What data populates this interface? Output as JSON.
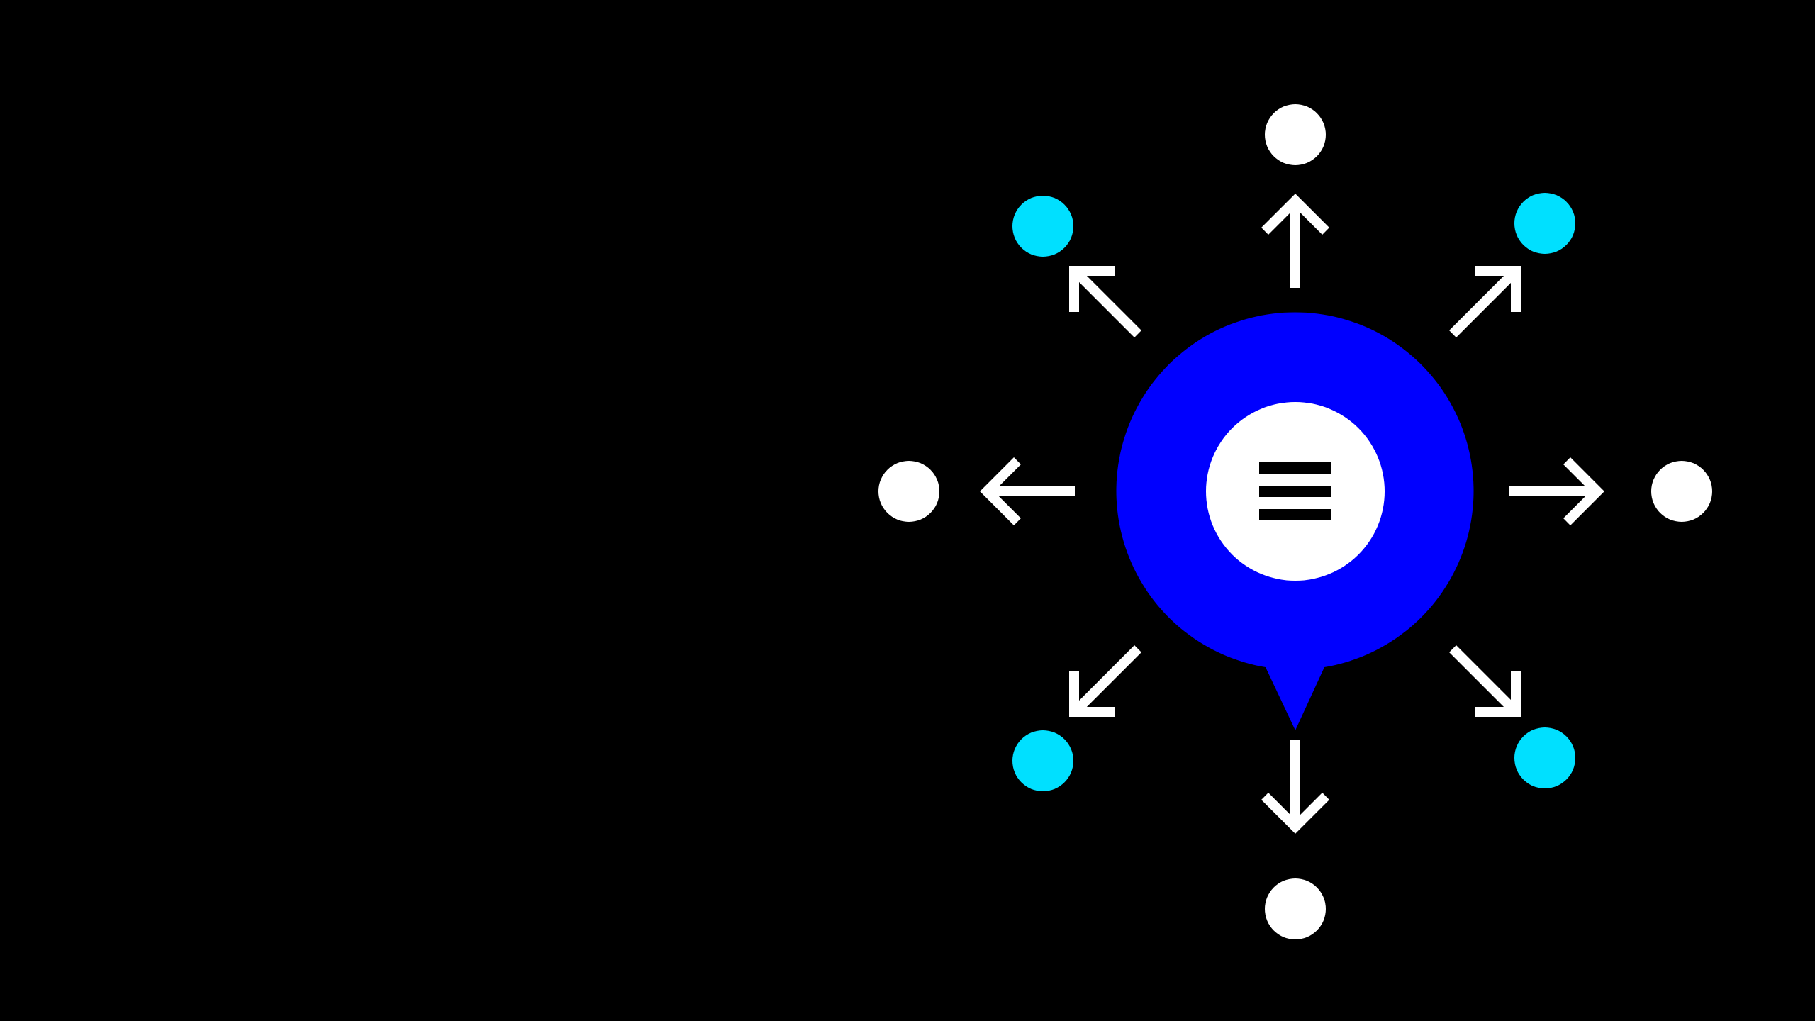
{
  "colors": {
    "background": "#000000",
    "bubble": "#0000FF",
    "inner_circle": "#FFFFFF",
    "arrow": "#FFFFFF",
    "node_white": "#FFFFFF",
    "node_cyan": "#00E0FF",
    "menu_glyph": "#000000"
  },
  "center": {
    "icon": "speech-bubble-icon",
    "inner_icon": "hamburger-menu-icon"
  },
  "directions": [
    {
      "id": "up",
      "arrow_icon": "arrow-up-icon",
      "node_color": "white"
    },
    {
      "id": "up-right",
      "arrow_icon": "arrow-up-right-icon",
      "node_color": "cyan"
    },
    {
      "id": "right",
      "arrow_icon": "arrow-right-icon",
      "node_color": "white"
    },
    {
      "id": "down-right",
      "arrow_icon": "arrow-down-right-icon",
      "node_color": "cyan"
    },
    {
      "id": "down",
      "arrow_icon": "arrow-down-icon",
      "node_color": "white"
    },
    {
      "id": "down-left",
      "arrow_icon": "arrow-down-left-icon",
      "node_color": "cyan"
    },
    {
      "id": "left",
      "arrow_icon": "arrow-left-icon",
      "node_color": "white"
    },
    {
      "id": "up-left",
      "arrow_icon": "arrow-up-left-icon",
      "node_color": "cyan"
    }
  ]
}
